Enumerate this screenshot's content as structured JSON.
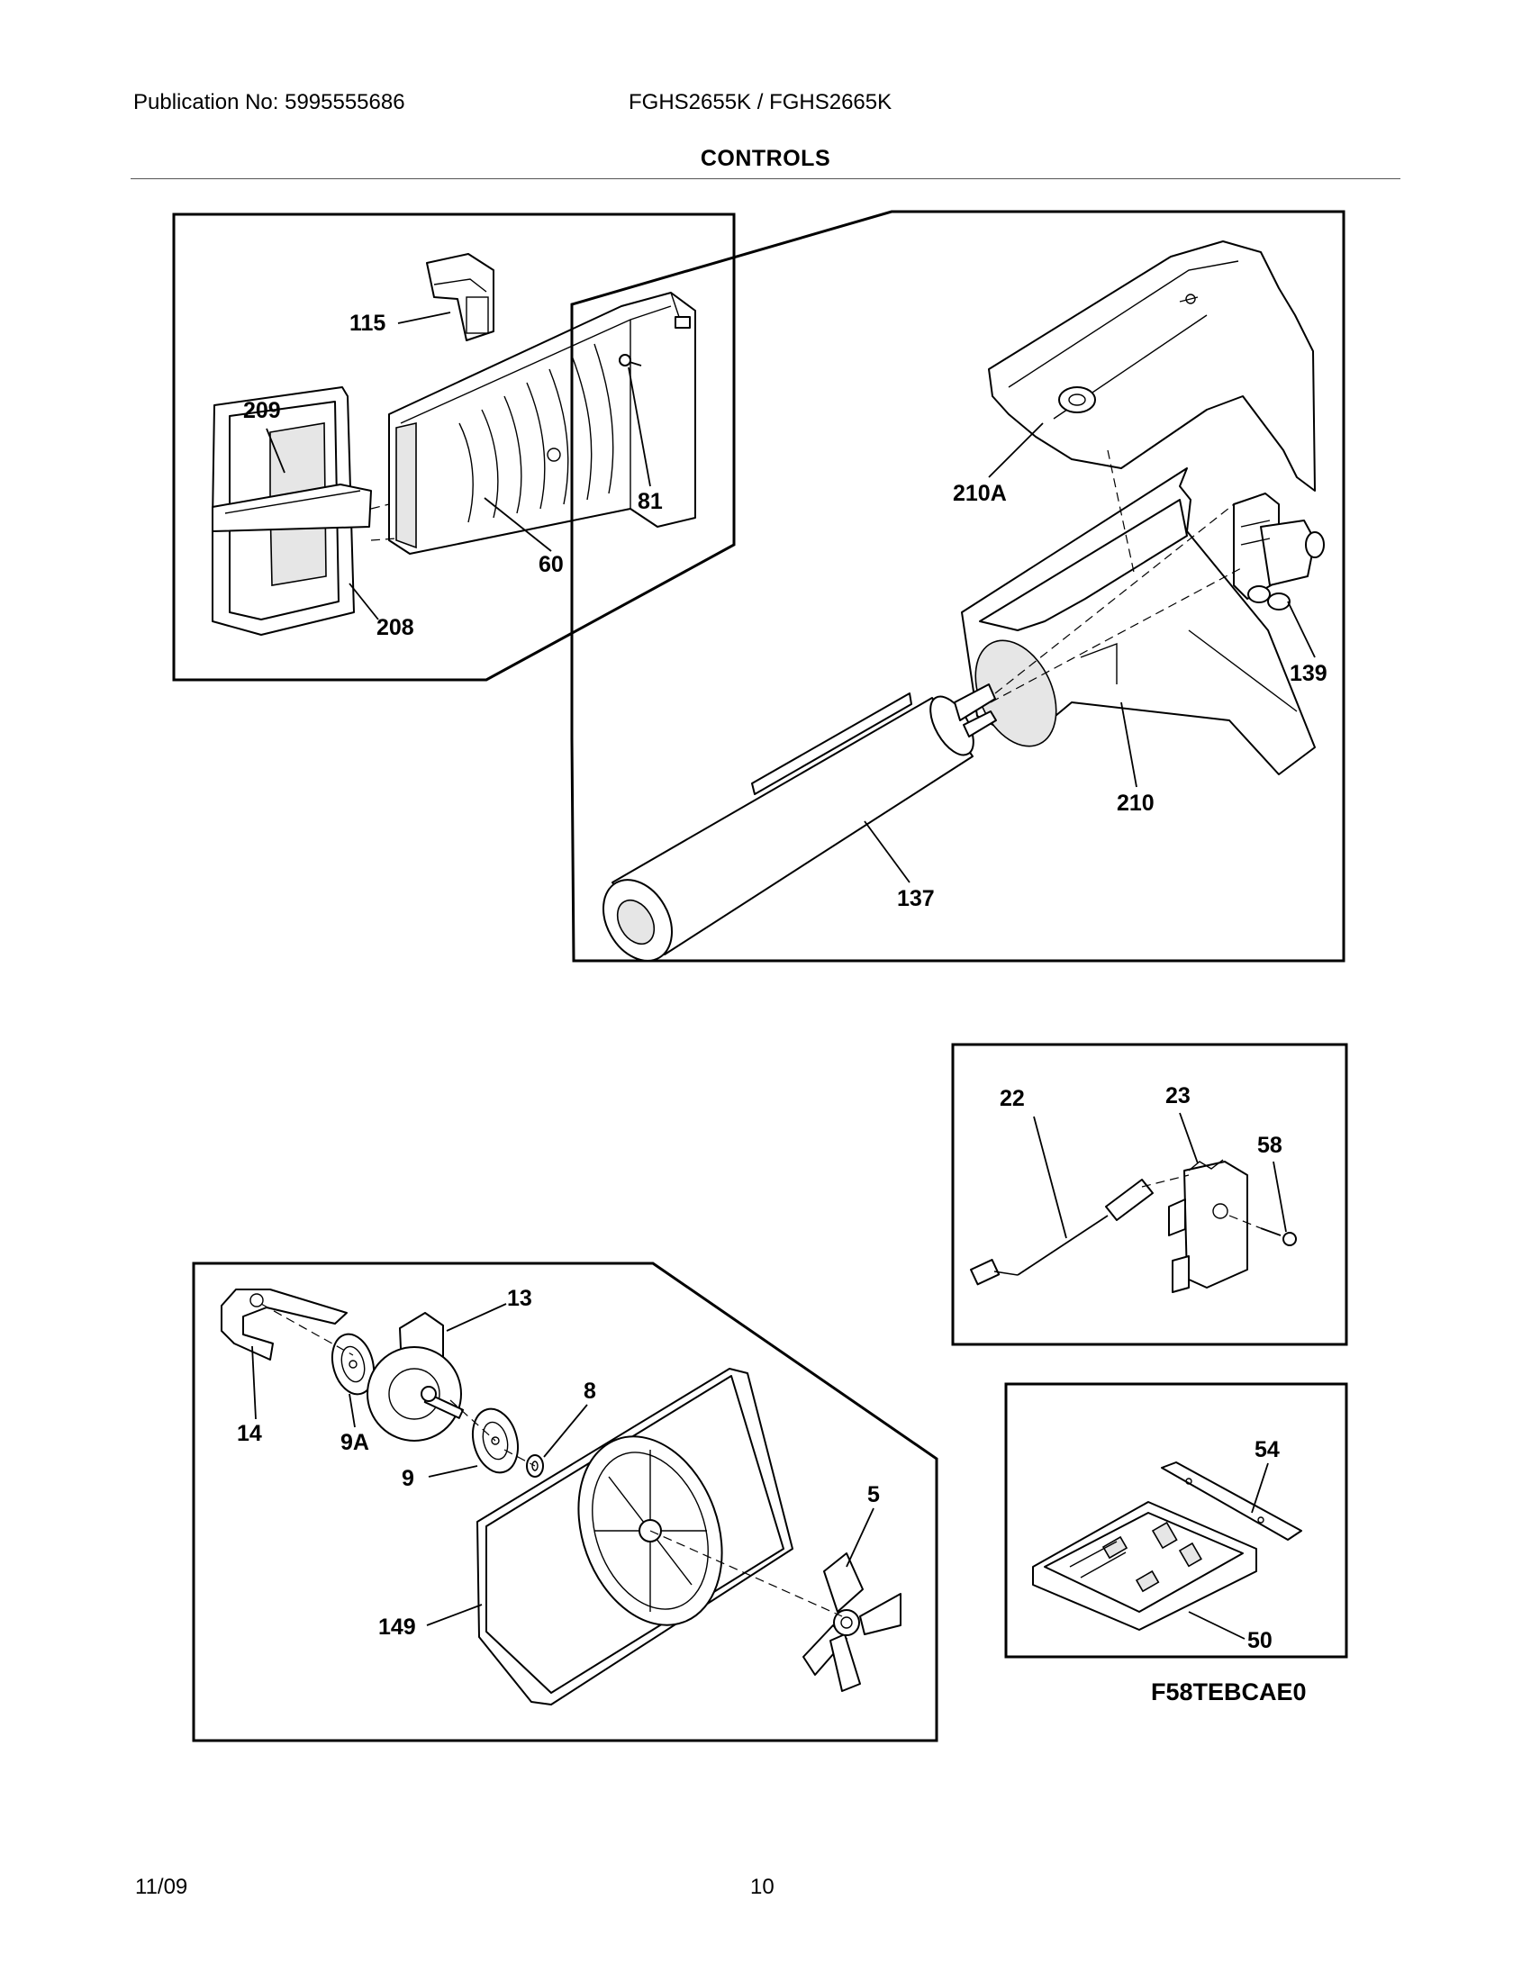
{
  "header": {
    "publication": "Publication No: 5995555686",
    "models": "FGHS2655K / FGHS2665K"
  },
  "section_title": "CONTROLS",
  "callouts": {
    "p115": "115",
    "p209": "209",
    "p81": "81",
    "p60": "60",
    "p208": "208",
    "p210a": "210A",
    "p139": "139",
    "p210": "210",
    "p137": "137",
    "p22": "22",
    "p23": "23",
    "p58": "58",
    "p13": "13",
    "p8": "8",
    "p14": "14",
    "p9a": "9A",
    "p9": "9",
    "p5": "5",
    "p149": "149",
    "p54": "54",
    "p50": "50"
  },
  "diagram_code": "F58TEBCAE0",
  "footer": {
    "date": "11/09",
    "page": "10"
  }
}
